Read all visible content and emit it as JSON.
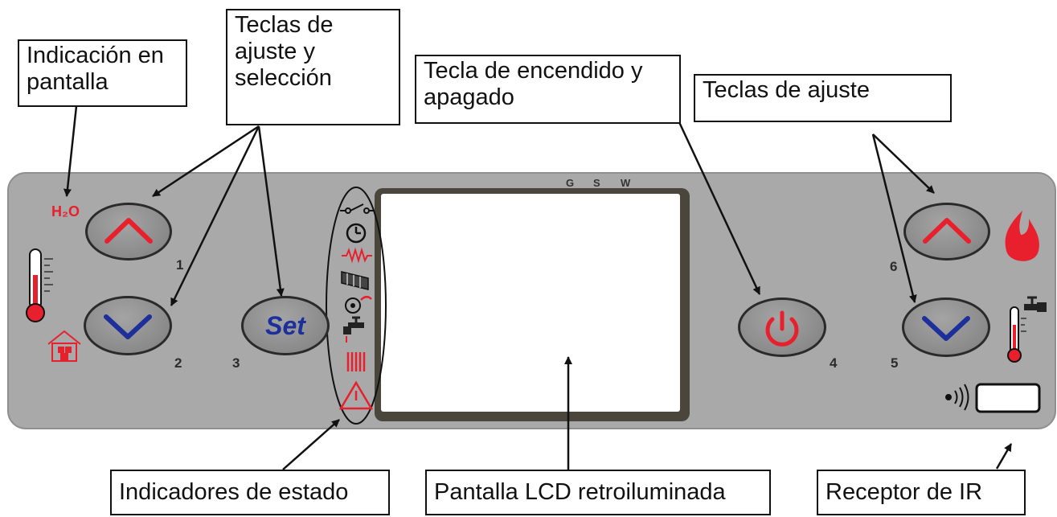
{
  "callouts": {
    "display_indication": "Indicación en\npantalla",
    "adjust_select_keys": "Teclas de\najuste y\nselección",
    "power_key": "Tecla de encendido y\napagado",
    "adjust_keys": "Teclas de ajuste",
    "status_indicators": "Indicadores de estado",
    "lcd_screen": "Pantalla LCD retroiluminada",
    "ir_receiver": "Receptor de IR"
  },
  "panel": {
    "h2o_label": "H₂O",
    "set_label": "Set",
    "lcd_top_letters": [
      "G",
      "S",
      "W"
    ],
    "button_numbers": [
      "1",
      "2",
      "3",
      "4",
      "5",
      "6"
    ]
  },
  "colors": {
    "panel": "#a9a9a9",
    "button": "#8e8e8e",
    "accent_red": "#e8202e",
    "accent_blue": "#1c2f9a",
    "lcd_screen": "#ffffff"
  },
  "icons": [
    "h2o-icon",
    "thermometer-icon",
    "house-icon",
    "switch-icon",
    "clock-icon",
    "resistor-icon",
    "auger-icon",
    "fan-icon",
    "tap-icon",
    "radiator-icon",
    "warning-icon",
    "flame-icon",
    "tap-thermometer-icon",
    "ir-wave-icon"
  ]
}
